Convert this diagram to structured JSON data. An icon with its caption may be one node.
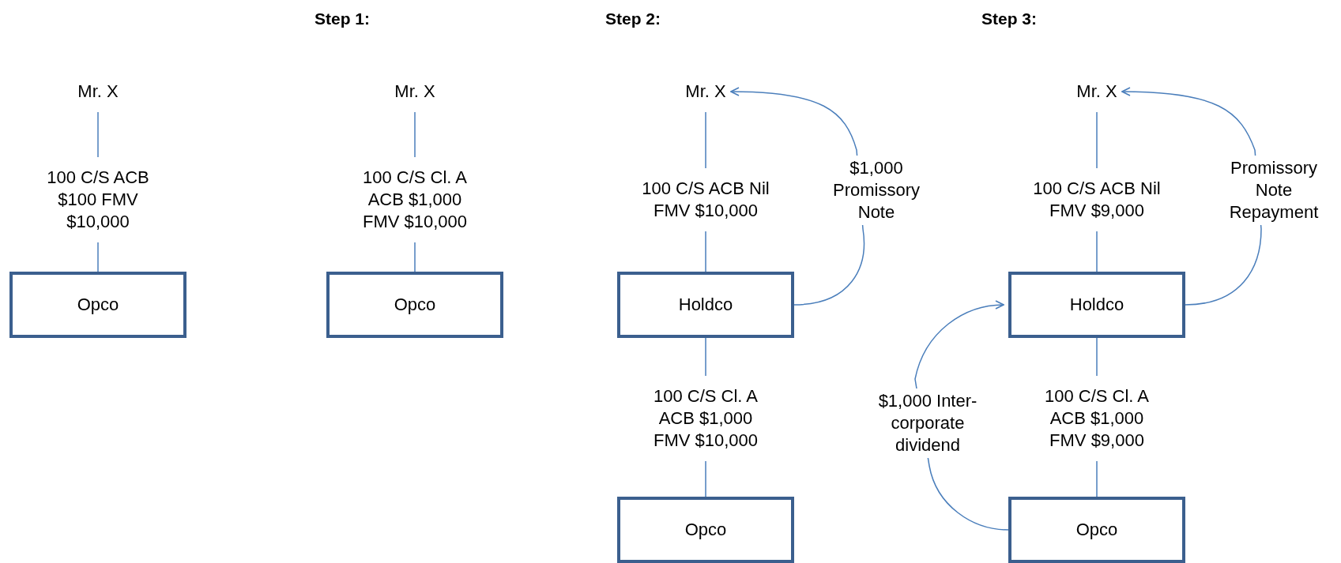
{
  "diagram": {
    "nodes": [
      {
        "text": [
          "Mr. X"
        ]
      },
      {
        "text": [
          "100 C/S ACB $100 FMV $10,000"
        ]
      },
      {
        "text": [
          "Opco"
        ]
      },
      {
        "text": [
          "Mr. X"
        ]
      },
      {
        "text": [
          "100 C/S Cl. A ACB $1,000 FMV $10,000"
        ]
      },
      {
        "text": [
          "Opco"
        ]
      },
      {
        "text": [
          "Mr. X"
        ]
      },
      {
        "text": [
          "100 C/S ACB Nil FMV $10,000"
        ]
      },
      {
        "text": [
          "Holdco"
        ]
      },
      {
        "text": [
          "100 C/S Cl. A ACB $1,000 FMV $10,000"
        ]
      },
      {
        "text": [
          "Opco"
        ]
      },
      {
        "text": [
          "Mr. X"
        ]
      },
      {
        "text": [
          "100 C/S ACB Nil FMV $9,000"
        ]
      },
      {
        "text": [
          "Holdco"
        ]
      },
      {
        "text": [
          "100 C/S Cl. A ACB $1,000 FMV $9,000"
        ]
      },
      {
        "text": [
          "Opco"
        ]
      }
    ],
    "edges": [
      {
        "from": 0,
        "to": 1,
        "arrow": "none"
      },
      {
        "from": 1,
        "to": 2,
        "arrow": "none"
      },
      {
        "from": 3,
        "to": 4,
        "arrow": "none"
      },
      {
        "from": 4,
        "to": 5,
        "arrow": "none"
      },
      {
        "from": 6,
        "to": 7,
        "arrow": "none"
      },
      {
        "from": 7,
        "to": 8,
        "arrow": "none"
      },
      {
        "from": 8,
        "to": 9,
        "arrow": "none"
      },
      {
        "from": 9,
        "to": 10,
        "arrow": "none"
      },
      {
        "from": 8,
        "to": 6,
        "arrow": "to",
        "label": "$1,000 Promissory Note"
      },
      {
        "from": 11,
        "to": 12,
        "arrow": "none"
      },
      {
        "from": 12,
        "to": 13,
        "arrow": "none"
      },
      {
        "from": 13,
        "to": 14,
        "arrow": "none"
      },
      {
        "from": 14,
        "to": 15,
        "arrow": "none"
      },
      {
        "from": 13,
        "to": 11,
        "arrow": "to",
        "label": "Promissory Note Repayment"
      },
      {
        "from": 15,
        "to": 13,
        "arrow": "to",
        "label": "$1,000 Inter-corporate dividend"
      }
    ],
    "labels": [
      "Step 1:",
      "Step 2:",
      "Step 3:"
    ]
  }
}
